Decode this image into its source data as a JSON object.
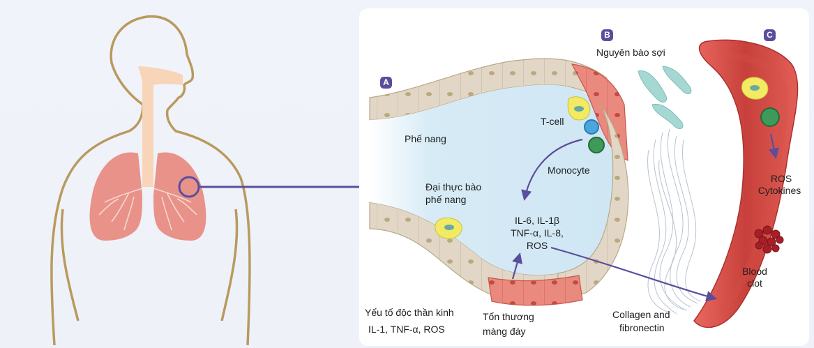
{
  "panels": {
    "a": {
      "badge": "A",
      "alveolus": "Phế nang"
    },
    "b": {
      "badge": "B",
      "fibroblast": "Nguyên bào sợi"
    },
    "c": {
      "badge": "C"
    }
  },
  "cells": {
    "tcell": "T-cell",
    "monocyte": "Monocyte",
    "macrophage_line1": "Đại  thực bào",
    "macrophage_line2": "phế nang"
  },
  "mediators": {
    "line1": "IL-6, IL-1β",
    "line2": "TNF-α, IL-8,",
    "line3": "ROS"
  },
  "vessel": {
    "ros": "ROS",
    "cytokines": "Cytokines",
    "clot_line1": "Blood",
    "clot_line2": "clot"
  },
  "bottom": {
    "neuro_title": "Yếu tố độc thần kinh",
    "neuro_list": "IL-1, TNF-α, ROS",
    "membrane_line1": "Tổn thương",
    "membrane_line2": "màng đáy",
    "collagen_line1": "Collagen and",
    "collagen_line2": "fibronectin"
  },
  "colors": {
    "accent": "#5b4d9d",
    "lung": "#e8928a",
    "airway": "#f8d5b8",
    "epithelium": "#e2d7c6",
    "damaged_epithelium": "#e8847a",
    "alveolar_space": "#d7ebf6",
    "vessel": "#c9413d",
    "body_outline": "#b99a5e"
  }
}
